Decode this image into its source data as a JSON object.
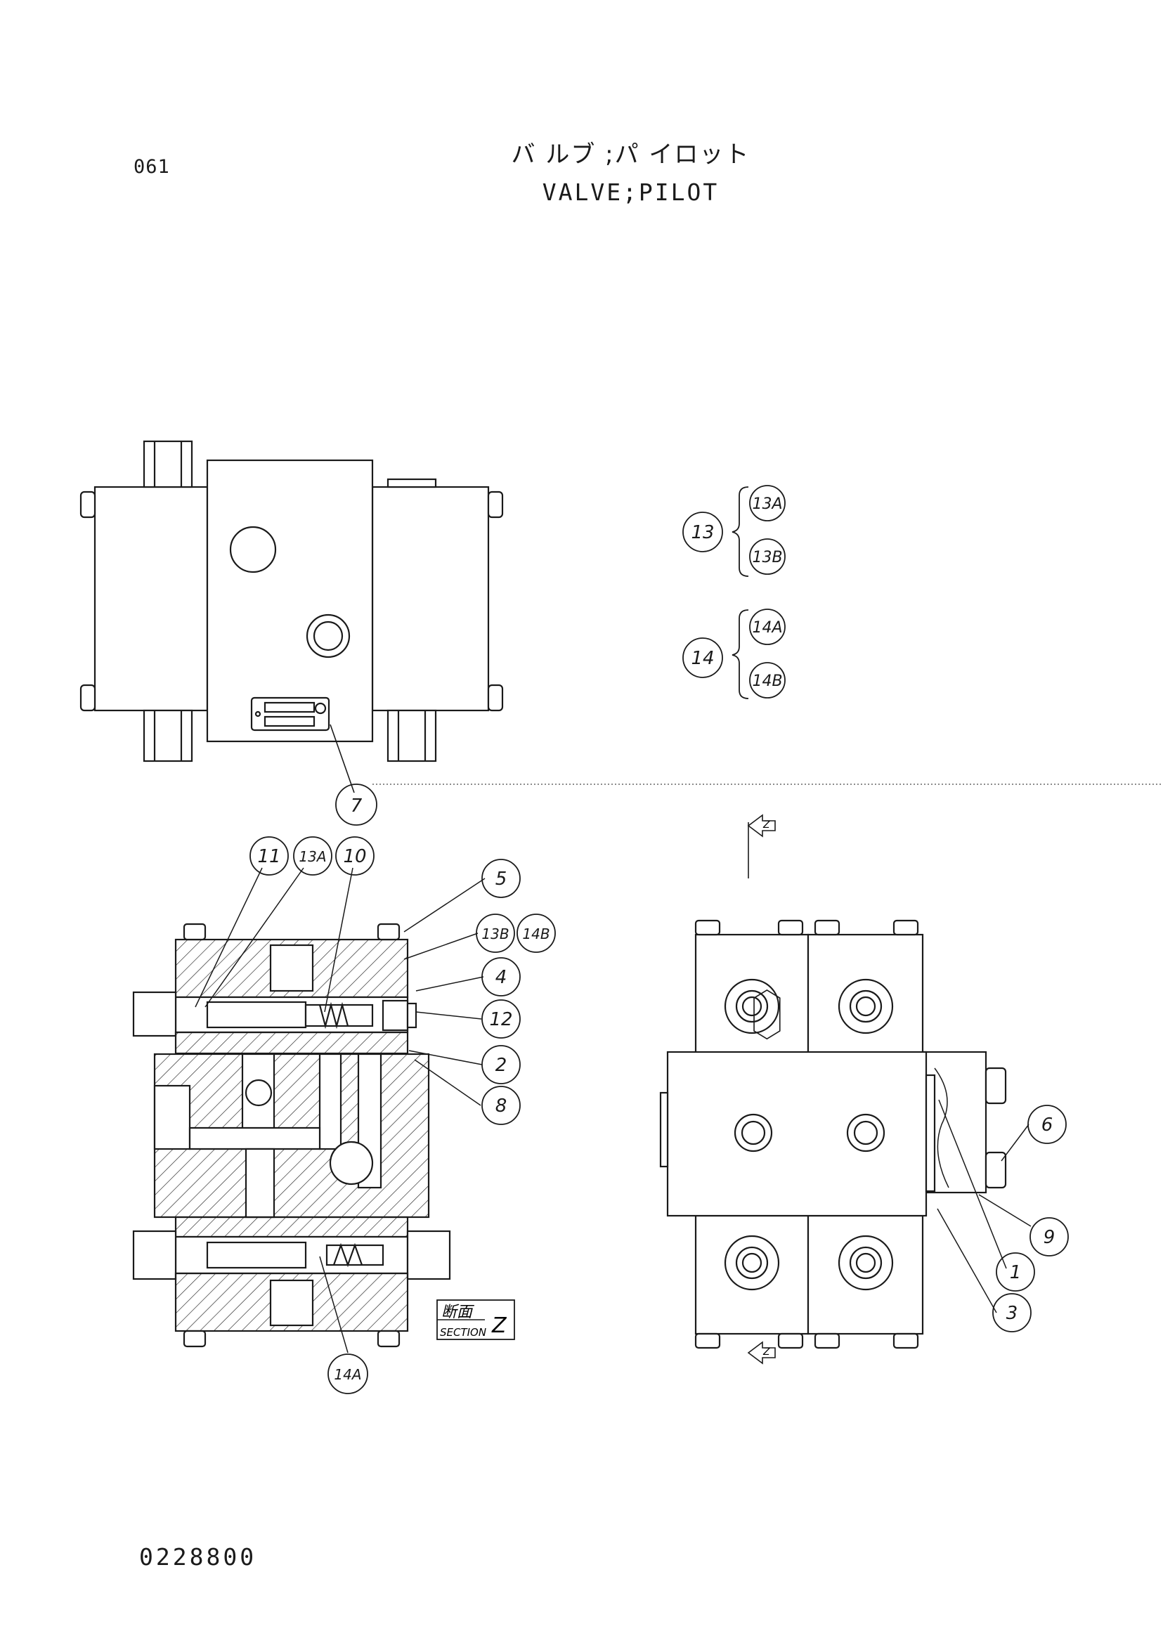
{
  "header": {
    "page_number": "061",
    "title_jp": "バ ルブ ;パ イロット",
    "title_en": "VALVE;PILOT"
  },
  "legend": [
    {
      "group": "13",
      "parts": [
        "13A",
        "13B"
      ]
    },
    {
      "group": "14",
      "parts": [
        "14A",
        "14B"
      ]
    }
  ],
  "callouts": {
    "c1": "1",
    "c2": "2",
    "c3": "3",
    "c4": "4",
    "c5": "5",
    "c6": "6",
    "c7": "7",
    "c8": "8",
    "c9": "9",
    "c10": "10",
    "c11": "11",
    "c12": "12",
    "c13A": "13A",
    "c13B": "13B",
    "c14A": "14A",
    "c14B": "14B"
  },
  "section": {
    "label_jp": "断面",
    "label_en": "SECTION",
    "mark": "Z"
  },
  "footer": {
    "doc_code": "0228800"
  }
}
